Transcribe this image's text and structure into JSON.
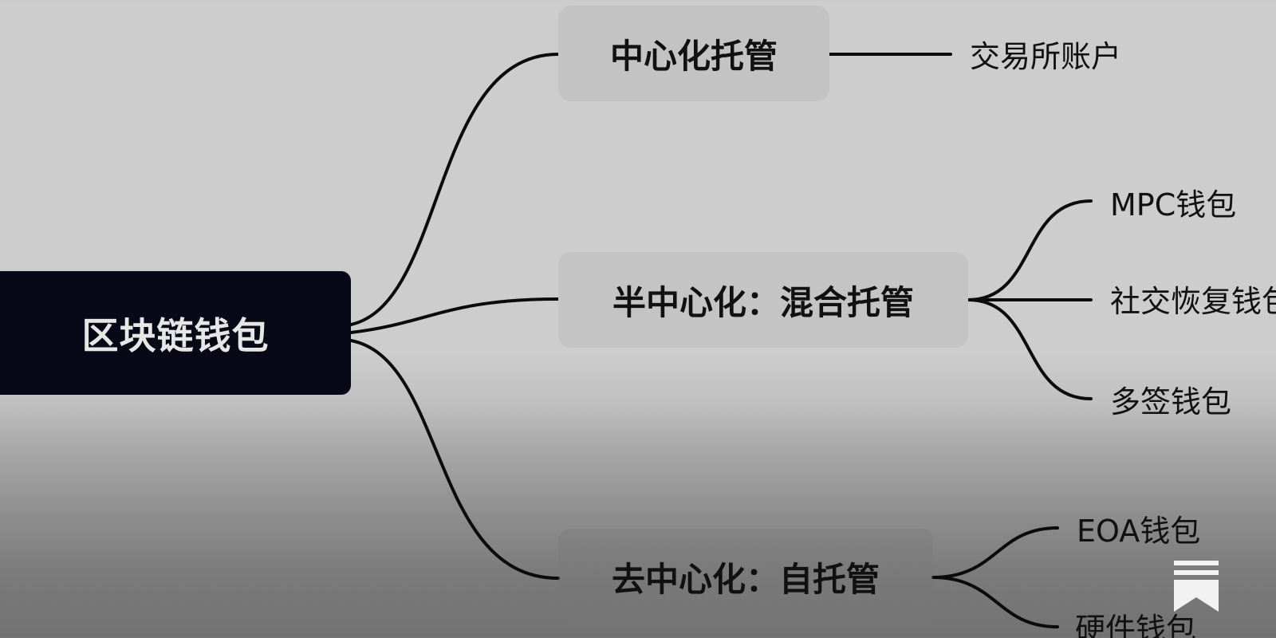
{
  "mindmap": {
    "root": {
      "label": "区块链钱包"
    },
    "branches": [
      {
        "label": "中心化托管",
        "children": [
          "交易所账户"
        ]
      },
      {
        "label": "半中心化：混合托管",
        "children": [
          "MPC钱包",
          "社交恢复钱包",
          "多签钱包"
        ]
      },
      {
        "label": "去中心化：自托管",
        "children": [
          "EOA钱包",
          "硬件钱包"
        ]
      }
    ]
  },
  "colors": {
    "root_bg": "#080816",
    "root_text": "#e6e6e6",
    "branch_bg": "#c3c3c3",
    "line": "#0b0b0b",
    "text": "#111111"
  },
  "icons": {
    "corner": "bookmark-icon"
  }
}
